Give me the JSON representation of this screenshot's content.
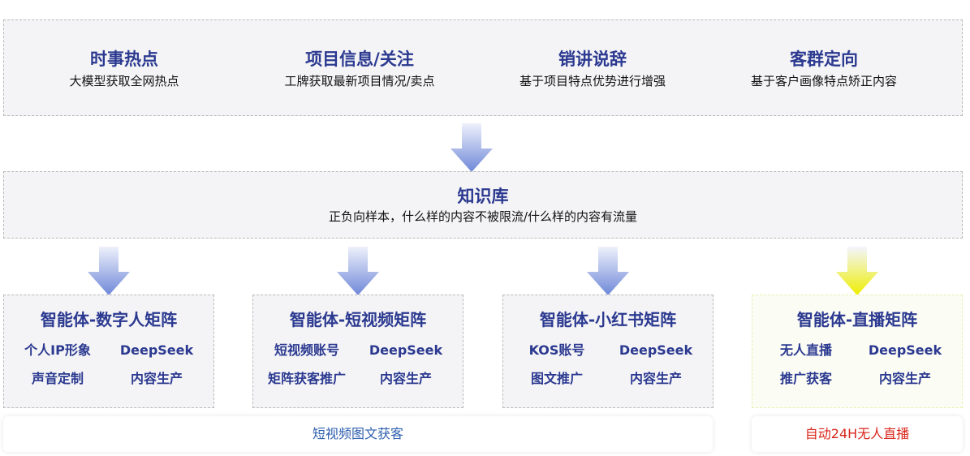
{
  "topics": [
    {
      "title": "时事热点",
      "desc": "大模型获取全网热点"
    },
    {
      "title": "项目信息/关注",
      "desc": "工牌获取最新项目情况/卖点"
    },
    {
      "title": "销讲说辞",
      "desc": "基于项目特点优势进行增强"
    },
    {
      "title": "客群定向",
      "desc": "基于客户画像特点矫正内容"
    }
  ],
  "knowledge": {
    "title": "知识库",
    "desc": "正负向样本，什么样的内容不被限流/什么样的内容有流量"
  },
  "agents": [
    {
      "title": "智能体-数字人矩阵",
      "items": [
        "个人IP形象",
        "DeepSeek",
        "声音定制",
        "内容生产"
      ]
    },
    {
      "title": "智能体-短视频矩阵",
      "items": [
        "短视频账号",
        "DeepSeek",
        "矩阵获客推广",
        "内容生产"
      ]
    },
    {
      "title": "智能体-小红书矩阵",
      "items": [
        "KOS账号",
        "DeepSeek",
        "图文推广",
        "内容生产"
      ]
    },
    {
      "title": "智能体-直播矩阵",
      "items": [
        "无人直播",
        "DeepSeek",
        "推广获客",
        "内容生产"
      ]
    }
  ],
  "footer": {
    "left": "短视频图文获客",
    "right": "自动24H无人直播"
  },
  "colors": {
    "title_blue": "#2b3990",
    "arrow_blue": "#7b93dc",
    "arrow_yellow": "#f2f200",
    "footer_blue": "#2e5fae",
    "footer_red": "#d9261c"
  }
}
